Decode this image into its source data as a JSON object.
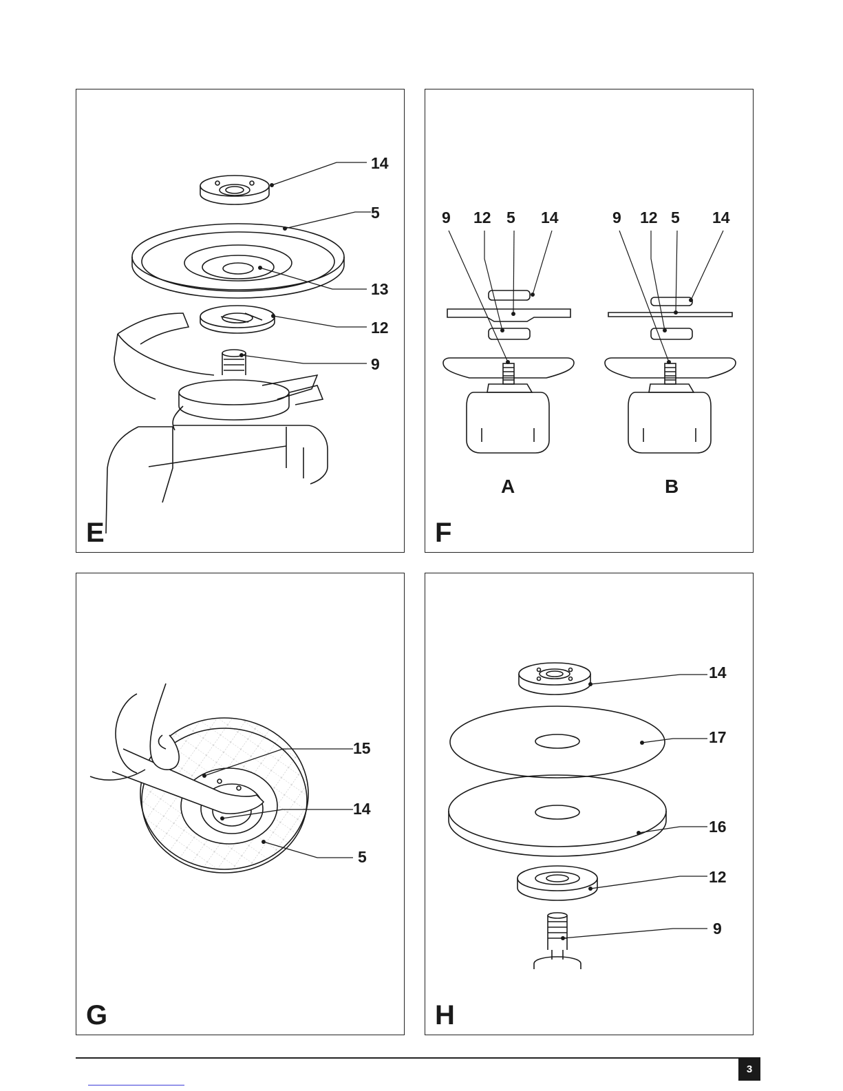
{
  "panels": {
    "E": {
      "letter": "E",
      "callouts": {
        "c14": "14",
        "c5": "5",
        "c13": "13",
        "c12": "12",
        "c9": "9"
      }
    },
    "F": {
      "letter": "F",
      "group_a": {
        "c9": "9",
        "c12": "12",
        "c5": "5",
        "c14": "14",
        "label": "A"
      },
      "group_b": {
        "c9": "9",
        "c12": "12",
        "c5": "5",
        "c14": "14",
        "label": "B"
      }
    },
    "G": {
      "letter": "G",
      "callouts": {
        "c15": "15",
        "c14": "14",
        "c5": "5"
      }
    },
    "H": {
      "letter": "H",
      "callouts": {
        "c14": "14",
        "c17": "17",
        "c16": "16",
        "c12": "12",
        "c9": "9"
      }
    }
  },
  "footer": {
    "page_number": "3"
  },
  "colors": {
    "ink": "#1a1a1a",
    "page_background": "#ffffff",
    "link_underline": "#3a3ad8"
  }
}
